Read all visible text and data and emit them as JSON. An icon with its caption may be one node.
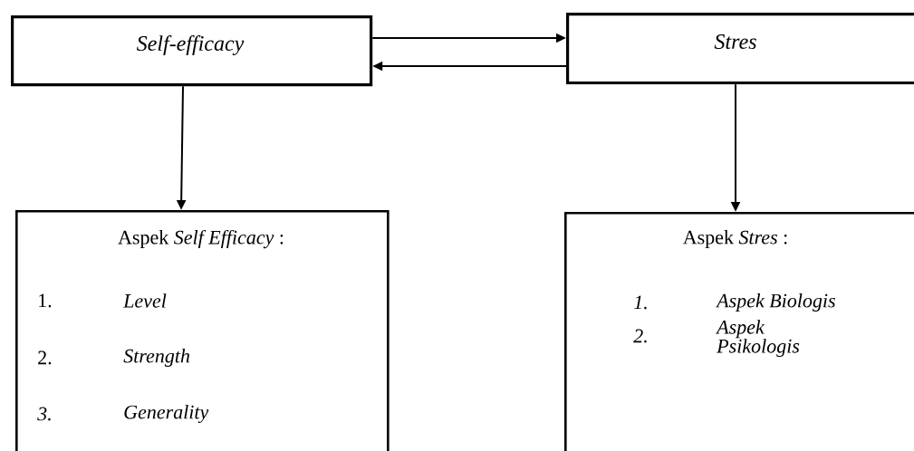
{
  "diagram": {
    "nodes": [
      {
        "text": [
          "Self-efficacy"
        ]
      },
      {
        "text": [
          "Stres"
        ]
      },
      {
        "text": [
          "Aspek *Self Efficacy* :",
          "1.",
          "Level",
          "2.",
          "Strength",
          "3.",
          "Generality"
        ]
      },
      {
        "text": [
          "Aspek *Stres* :",
          "1.",
          "Aspek Biologis",
          "2.",
          "Aspek Psikologis"
        ]
      }
    ],
    "edges": [
      {
        "from": 0,
        "to": 1,
        "arrow": "to"
      },
      {
        "from": 1,
        "to": 0,
        "arrow": "to"
      },
      {
        "from": 0,
        "to": 2,
        "arrow": "to"
      },
      {
        "from": 1,
        "to": 3,
        "arrow": "to"
      }
    ]
  }
}
